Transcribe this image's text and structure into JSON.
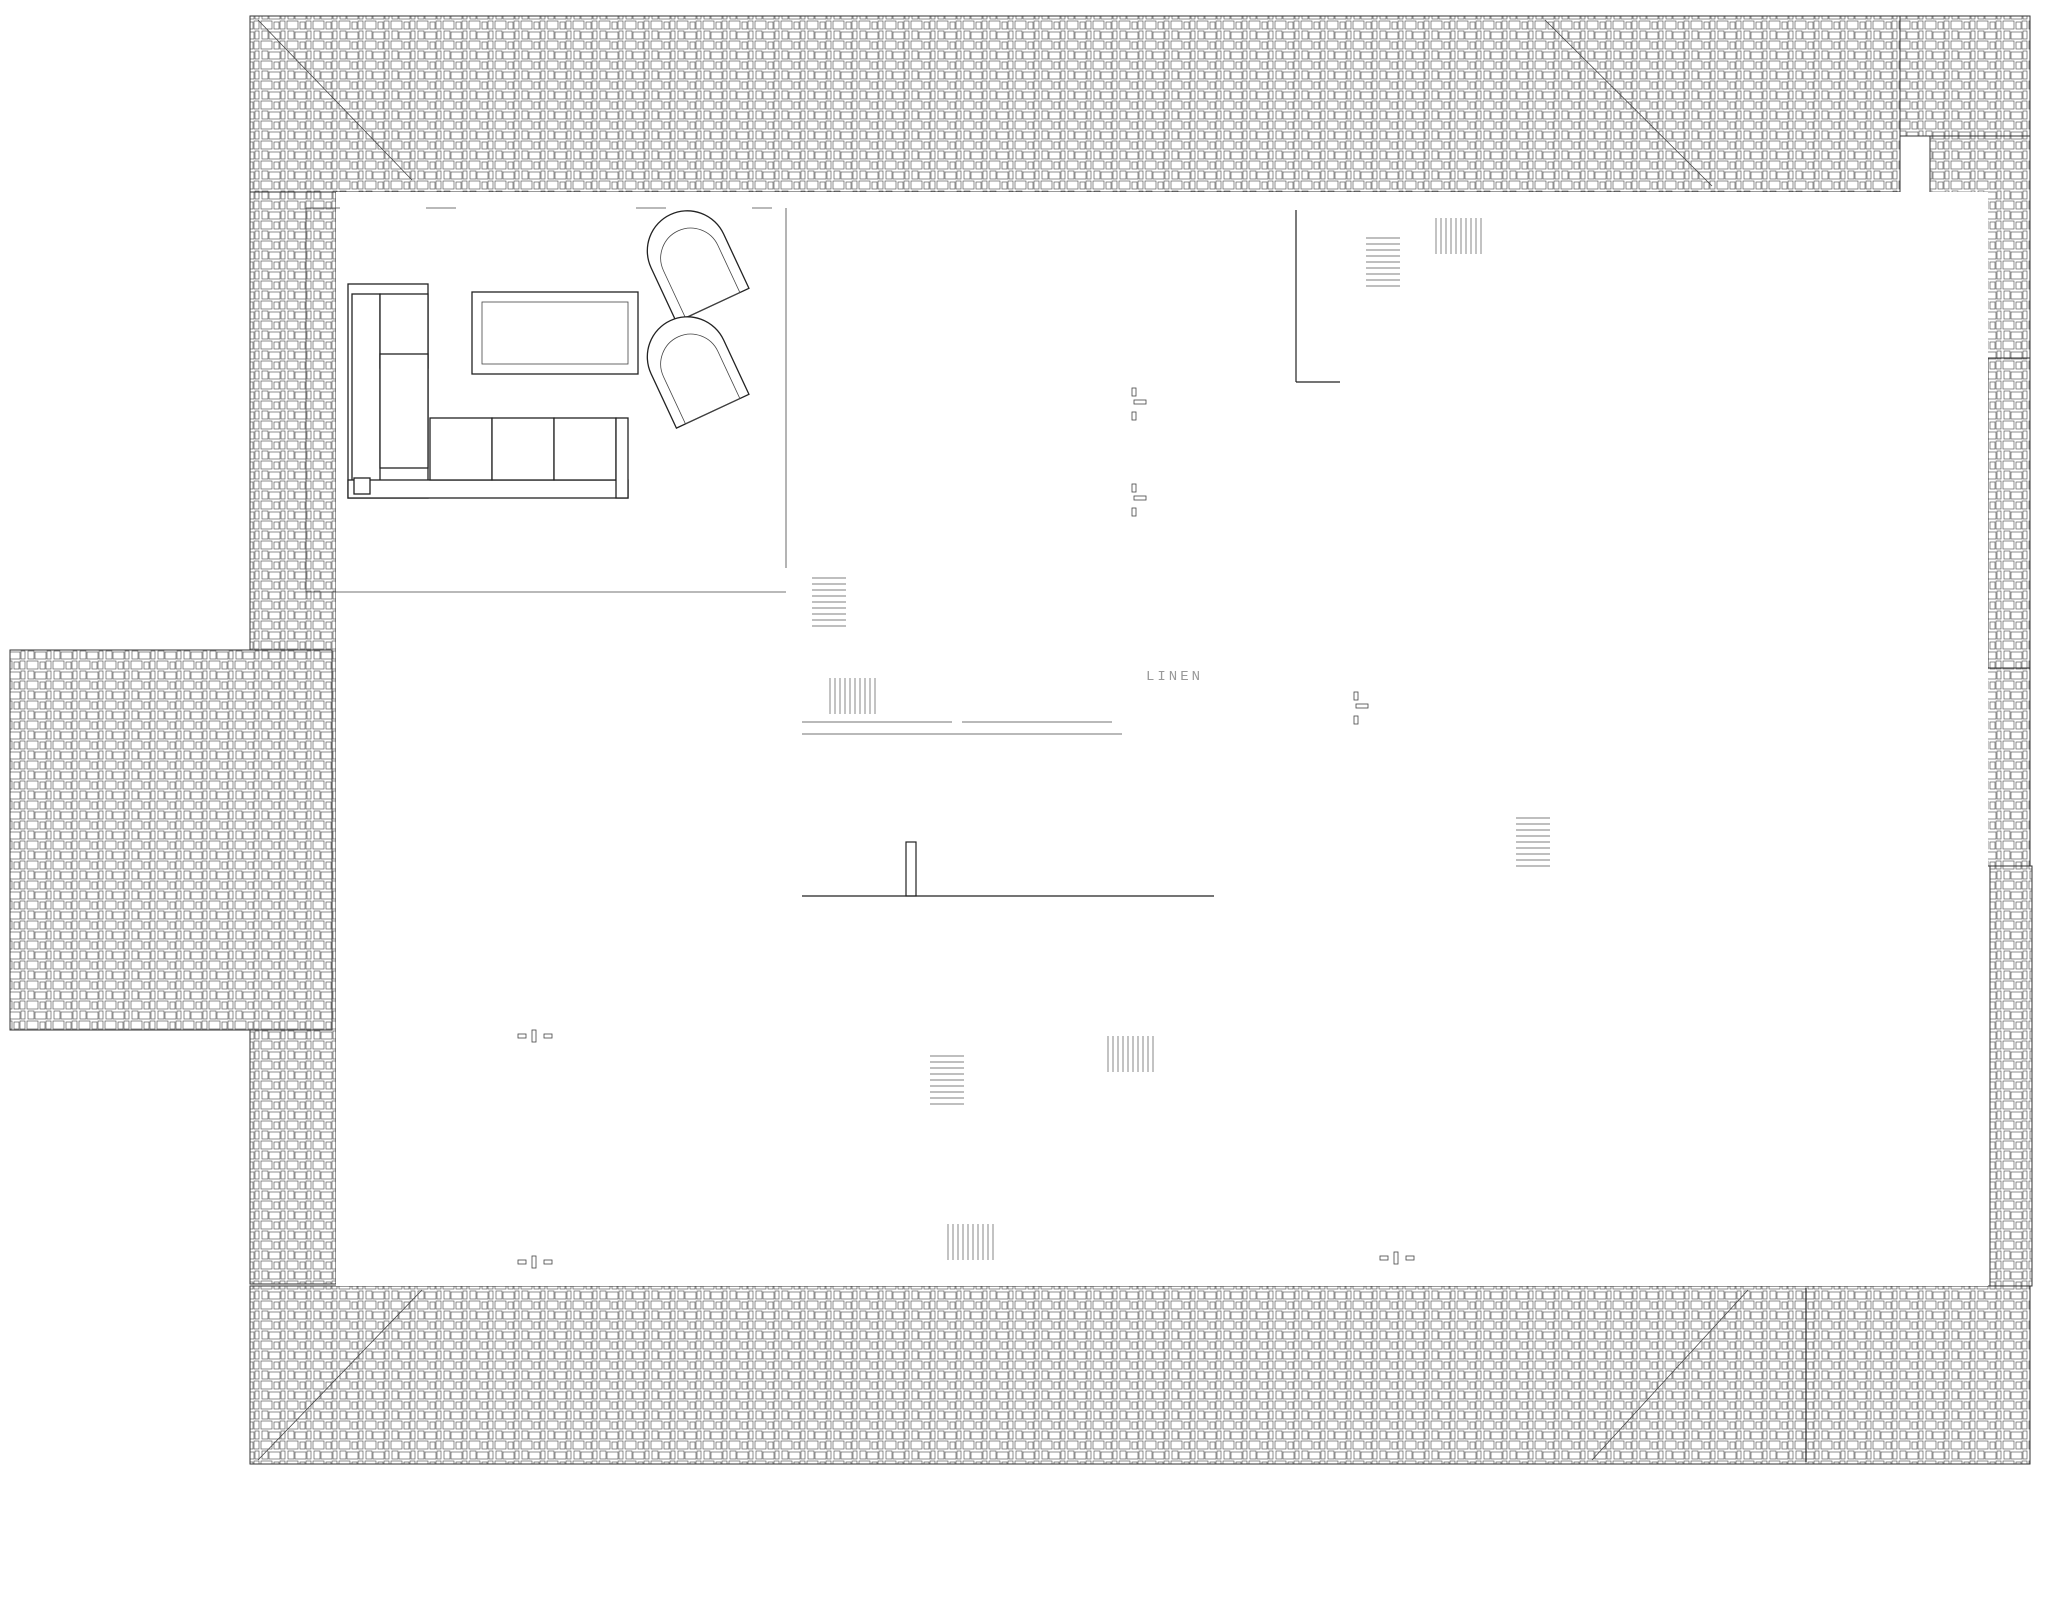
{
  "drawing": {
    "type": "architectural-floor-plan",
    "label": "LINEN",
    "colors": {
      "background": "#ffffff",
      "line": "#222222",
      "hatch": "#555555"
    },
    "regions": [
      "paved-surround",
      "lounge-area",
      "interior-partition",
      "counter"
    ],
    "furniture": [
      "l-shaped-sectional-sofa",
      "coffee-table",
      "lounge-chair",
      "lounge-chair"
    ]
  }
}
